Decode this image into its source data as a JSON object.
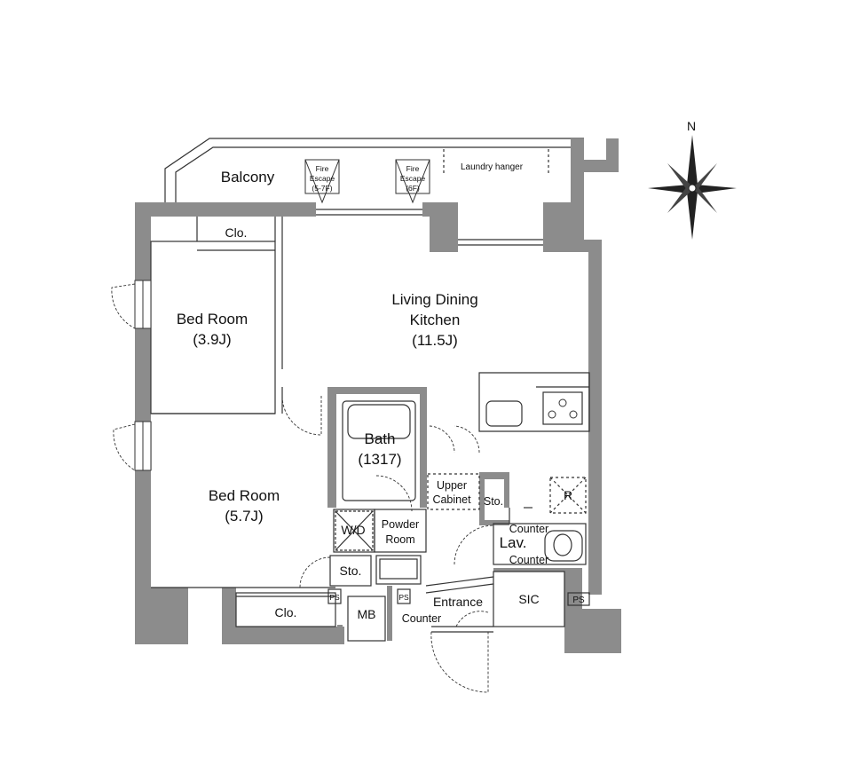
{
  "rooms": {
    "balcony": "Balcony",
    "laundry_hanger": "Laundry hanger",
    "fire_escape_1": {
      "line1": "Fire",
      "line2": "Escape",
      "line3": "(5-7F)"
    },
    "fire_escape_2": {
      "line1": "Fire",
      "line2": "Escape",
      "line3": "(6F)"
    },
    "clo_top": "Clo.",
    "bed_room_1": {
      "name": "Bed Room",
      "size": "(3.9J)"
    },
    "ldk": {
      "line1": "Living Dining",
      "line2": "Kitchen",
      "size": "(11.5J)"
    },
    "bath": {
      "name": "Bath",
      "size": "(1317)"
    },
    "bed_room_2": {
      "name": "Bed Room",
      "size": "(5.7J)"
    },
    "upper_cabinet": {
      "line1": "Upper",
      "line2": "Cabinet"
    },
    "sto_1": "Sto.",
    "fridge": "R",
    "wd": "W/D",
    "powder_room": {
      "line1": "Powder",
      "line2": "Room"
    },
    "counter_1": "Counter",
    "lav": "Lav.",
    "counter_2": "Counter",
    "sto_2": "Sto.",
    "entrance": "Entrance",
    "sic": "SIC",
    "clo_bottom": "Clo.",
    "ps_1": "PS",
    "ps_2": "PS",
    "ps_3": "PS",
    "mb": "MB",
    "counter_3": "Counter"
  },
  "compass": {
    "north_label": "N"
  },
  "colors": {
    "wall": "#8c8c8c",
    "line": "#333333",
    "background": "#ffffff"
  }
}
